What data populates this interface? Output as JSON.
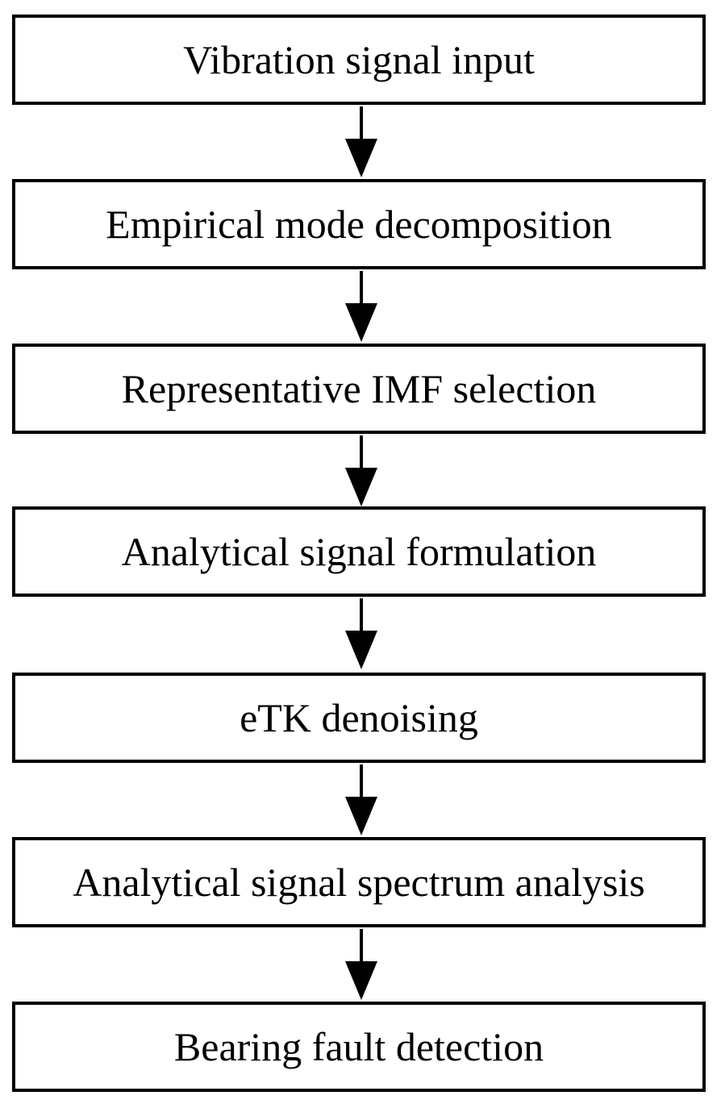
{
  "flowchart": {
    "steps": [
      {
        "label": "Vibration signal input"
      },
      {
        "label": "Empirical mode decomposition"
      },
      {
        "label": "Representative IMF selection"
      },
      {
        "label": "Analytical signal formulation"
      },
      {
        "label": "eTK denoising"
      },
      {
        "label": "Analytical signal spectrum analysis"
      },
      {
        "label": "Bearing fault detection"
      }
    ],
    "colors": {
      "stroke": "#000000",
      "background": "#ffffff"
    }
  }
}
